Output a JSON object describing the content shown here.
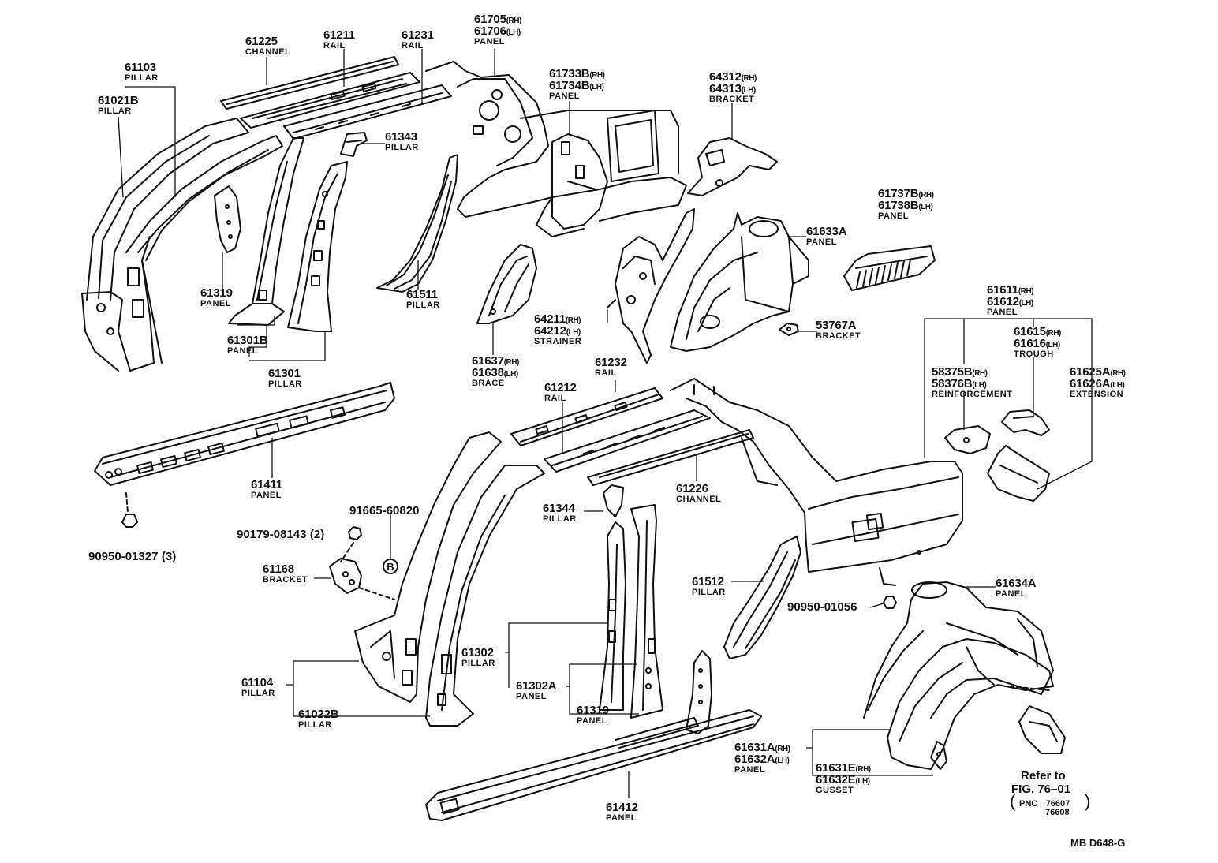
{
  "parts": {
    "p61225": {
      "num": "61225",
      "name": "CHANNEL"
    },
    "p61211": {
      "num": "61211",
      "name": "RAIL"
    },
    "p61231": {
      "num": "61231",
      "name": "RAIL"
    },
    "p61705": {
      "num_rh": "61705",
      "num_lh": "61706",
      "rh": "(RH)",
      "lh": "(LH)",
      "name": "PANEL"
    },
    "p61103": {
      "num": "61103",
      "name": "PILLAR"
    },
    "p61021B": {
      "num": "61021B",
      "name": "PILLAR"
    },
    "p61733B": {
      "num_rh": "61733B",
      "num_lh": "61734B",
      "rh": "(RH)",
      "lh": "(LH)",
      "name": "PANEL"
    },
    "p64312": {
      "num_rh": "64312",
      "num_lh": "64313",
      "rh": "(RH)",
      "lh": "(LH)",
      "name": "BRACKET"
    },
    "p61343": {
      "num": "61343",
      "name": "PILLAR"
    },
    "p61737B": {
      "num_rh": "61737B",
      "num_lh": "61738B",
      "rh": "(RH)",
      "lh": "(LH)",
      "name": "PANEL"
    },
    "p61633A": {
      "num": "61633A",
      "name": "PANEL"
    },
    "p61319a": {
      "num": "61319",
      "name": "PANEL"
    },
    "p61511": {
      "num": "61511",
      "name": "PILLAR"
    },
    "p61301B": {
      "num": "61301B",
      "name": "PANEL"
    },
    "p61301": {
      "num": "61301",
      "name": "PILLAR"
    },
    "p64211": {
      "num_rh": "64211",
      "num_lh": "64212",
      "rh": "(RH)",
      "lh": "(LH)",
      "name": "STRAINER"
    },
    "p53767A": {
      "num": "53767A",
      "name": "BRACKET"
    },
    "p61637": {
      "num_rh": "61637",
      "num_lh": "61638",
      "rh": "(RH)",
      "lh": "(LH)",
      "name": "BRACE"
    },
    "p61611": {
      "num_rh": "61611",
      "num_lh": "61612",
      "rh": "(RH)",
      "lh": "(LH)",
      "name": "PANEL"
    },
    "p61615": {
      "num_rh": "61615",
      "num_lh": "61616",
      "rh": "(RH)",
      "lh": "(LH)",
      "name": "TROUGH"
    },
    "p58375B": {
      "num_rh": "58375B",
      "num_lh": "58376B",
      "rh": "(RH)",
      "lh": "(LH)",
      "name": "REINFORCEMENT"
    },
    "p61625A": {
      "num_rh": "61625A",
      "num_lh": "61626A",
      "rh": "(RH)",
      "lh": "(LH)",
      "name": "EXTENSION"
    },
    "p61232": {
      "num": "61232",
      "name": "RAIL"
    },
    "p61212": {
      "num": "61212",
      "name": "RAIL"
    },
    "p61411": {
      "num": "61411",
      "name": "PANEL"
    },
    "p61226": {
      "num": "61226",
      "name": "CHANNEL"
    },
    "p61344": {
      "num": "61344",
      "name": "PILLAR"
    },
    "p61168": {
      "num": "61168",
      "name": "BRACKET"
    },
    "p61512": {
      "num": "61512",
      "name": "PILLAR"
    },
    "p61634A": {
      "num": "61634A",
      "name": "PANEL"
    },
    "p61302": {
      "num": "61302",
      "name": "PILLAR"
    },
    "p61302A": {
      "num": "61302A",
      "name": "PANEL"
    },
    "p61319b": {
      "num": "61319",
      "name": "PANEL"
    },
    "p61104": {
      "num": "61104",
      "name": "PILLAR"
    },
    "p61022B": {
      "num": "61022B",
      "name": "PILLAR"
    },
    "p61631A": {
      "num_rh": "61631A",
      "num_lh": "61632A",
      "rh": "(RH)",
      "lh": "(LH)",
      "name": "PANEL"
    },
    "p61631E": {
      "num_rh": "61631E",
      "num_lh": "61632E",
      "rh": "(RH)",
      "lh": "(LH)",
      "name": "GUSSET"
    },
    "p61412": {
      "num": "61412",
      "name": "PANEL"
    }
  },
  "fasteners": {
    "f91665": "91665-60820",
    "f90179": "90179-08143",
    "f90179_qty": "(2)",
    "f90950a": "90950-01327",
    "f90950a_qty": "(3)",
    "f90950b": "90950-01056",
    "callout_b": "B"
  },
  "reference": {
    "line1": "Refer to",
    "line2": "FIG. 76–01",
    "pnc_label": "PNC",
    "pnc1": "76607",
    "pnc2": "76608",
    "open_paren": "(",
    "close_paren": ")"
  },
  "figure_id": "MB D648-G"
}
